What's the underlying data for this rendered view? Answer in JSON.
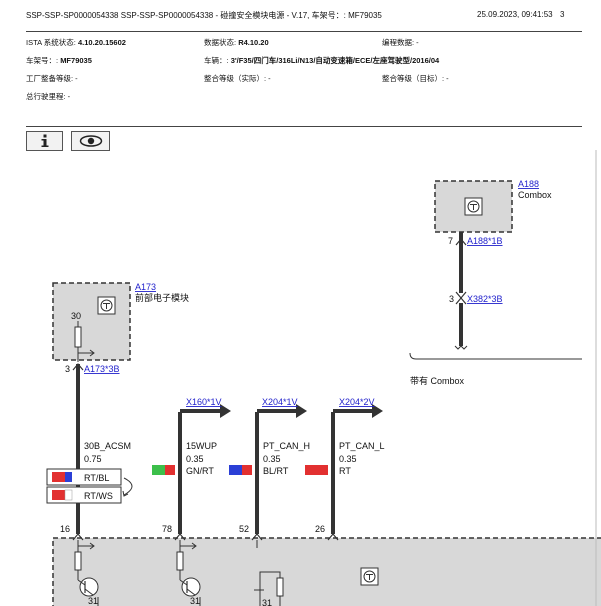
{
  "header": {
    "title": "SSP-SSP-SP0000054338 SSP-SSP-SP0000054338 - 碰撞安全模块电源 - V.17, 车架号：: MF79035",
    "datetime": "25.09.2023, 09:41:53",
    "page": "3"
  },
  "meta": {
    "ista_label": "ISTA 系统状态:",
    "ista_value": "4.10.20.15602",
    "data_label": "数据状态:",
    "data_value": "R4.10.20",
    "prog_label": "编程数据: -",
    "vin_label": "车架号：:",
    "vin_value": "MF79035",
    "vehicle_label": "车辆：:",
    "vehicle_value": "3'/F35/四门车/316Li/N13/自动变速箱/ECE/左座驾驶型/2016/04",
    "factory_label": "工厂整备等级: -",
    "level_actual_label": "整合等级（实际）: -",
    "level_target_label": "整合等级（目标）: -",
    "mileage_label": "总行驶里程: -"
  },
  "toolbar": {
    "info_icon": "info-icon",
    "view_icon": "eye-icon"
  },
  "diagram": {
    "a188": {
      "id": "A188",
      "name": "Combox",
      "pin": "7",
      "conn": "A188*1B"
    },
    "x382": {
      "pin": "3",
      "conn": "X382*3B"
    },
    "combox_note": "带有 Combox",
    "a173": {
      "id": "A173",
      "name": "前部电子模块",
      "inner_pin": "30",
      "pin": "3",
      "conn": "A173*3B"
    },
    "connectors": {
      "x160": "X160*1V",
      "x204_1": "X204*1V",
      "x204_2": "X204*2V"
    },
    "wires": {
      "w1": {
        "name": "30B_ACSM",
        "size": "0.75",
        "pin": "16"
      },
      "w2": {
        "name": "15WUP",
        "size": "0.35",
        "color": "GN/RT",
        "pin": "78"
      },
      "w3": {
        "name": "PT_CAN_H",
        "size": "0.35",
        "color": "BL/RT",
        "pin": "52"
      },
      "w4": {
        "name": "PT_CAN_L",
        "size": "0.35",
        "color": "RT",
        "pin": "26"
      }
    },
    "color_options": [
      "RT/BL",
      "RT/WS"
    ],
    "bottom_grounds": [
      "31",
      "31",
      "31"
    ]
  },
  "colors": {
    "link": "#2222cc",
    "module_fill": "#d8d8d8",
    "wire": "#333333",
    "red": "#e23030",
    "blue": "#2b3fd6",
    "green": "#3cbf4a"
  }
}
